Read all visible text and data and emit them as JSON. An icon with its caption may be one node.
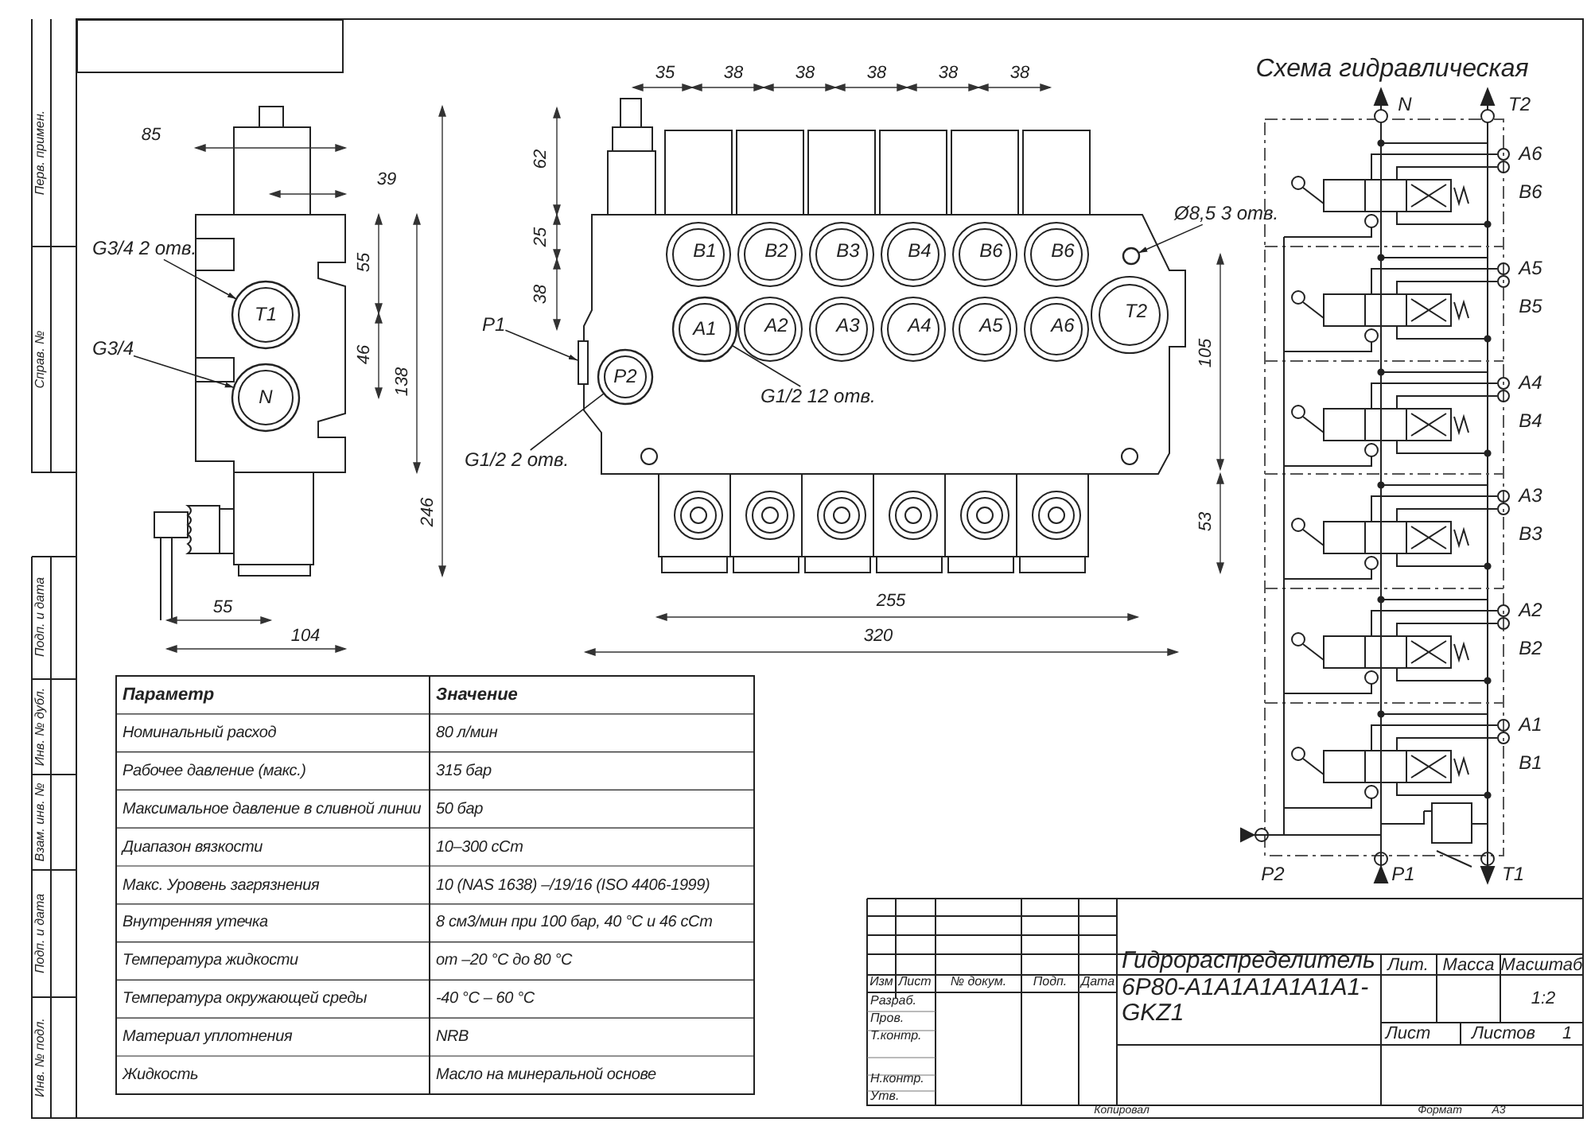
{
  "diagram": {
    "nodes": [
      {
        "text": [
          "G3/4 2 отв."
        ]
      },
      {
        "text": [
          "T1"
        ]
      },
      {
        "text": [
          "G3/4"
        ]
      },
      {
        "text": [
          "N"
        ]
      },
      {
        "text": [
          "P1"
        ]
      },
      {
        "text": [],
        "shape": "box"
      },
      {
        "text": [
          "G1/2 2 отв."
        ]
      },
      {
        "text": [
          "P2"
        ]
      },
      {
        "text": [
          "A1"
        ]
      },
      {
        "text": [
          "G1/2 12 отв."
        ]
      },
      {
        "text": [],
        "shape": "circle"
      },
      {
        "text": [
          "Ø8,5 3 отв."
        ]
      },
      {
        "text": [],
        "shape": "box"
      }
    ],
    "edges": [
      {
        "from": 0,
        "to": 1,
        "arrow": "to"
      },
      {
        "from": 2,
        "to": 3,
        "arrow": "to"
      },
      {
        "from": 4,
        "to": 5,
        "arrow": "to"
      },
      {
        "from": 6,
        "to": 7,
        "arrow": "none"
      },
      {
        "from": 9,
        "to": 8,
        "arrow": "none"
      },
      {
        "from": 11,
        "to": 10,
        "arrow": "to"
      }
    ],
    "labels": [
      "85",
      "39",
      "55",
      "46",
      "138",
      "246",
      "55",
      "104",
      "35",
      "38",
      "38",
      "38",
      "38",
      "38",
      "62",
      "25",
      "38",
      "B1",
      "B2",
      "B3",
      "B4",
      "B6",
      "B6",
      "A2",
      "A3",
      "A4",
      "A5",
      "A6",
      "T2",
      "105",
      "53",
      "255",
      "320",
      "Схема гидравлическая",
      "N",
      "T2",
      "A6",
      "B6",
      "A5",
      "B5",
      "A4",
      "B4",
      "A3",
      "B3",
      "A2",
      "B2",
      "A1",
      "B1",
      "P2",
      "P1",
      "T1",
      "Параметр",
      "Значение",
      "Номинальный расход",
      "80 л/мин",
      "Рабочее давление (макс.)",
      "315 бар",
      "Максимальное давление в сливной линии",
      "50 бар",
      "Диапазон вязкости",
      "10–300 сСт",
      "Макс. Уровень загрязнения",
      "10 (NAS 1638) –/19/16 (ISO 4406-1999)",
      "Внутренняя утечка",
      "8 см3/мин при 100 бар, 40 °С и 46 сСт",
      "Температура жидкости",
      "от –20 °С до 80 °С",
      "Температура окружающей среды",
      "-40 °С – 60 °С",
      "Материал уплотнения",
      "NRB",
      "Жидкость",
      "Масло на минеральной основе",
      "Перв. примен.",
      "Справ. №",
      "Подп. и дата",
      "Инв. № дубл.",
      "Взам. инв. №",
      "Подп. и дата",
      "Инв. № подл.",
      "Изм",
      "Лист",
      "№ докум.",
      "Подп.",
      "Дата",
      "Разраб.",
      "Пров.",
      "Т.контр.",
      "Н.контр.",
      "Утв.",
      "Гидрораспределитель 6P80-A1A1A1A1A1A1-GKZ1",
      "Лит.",
      "Масса",
      "Масштаб",
      "1:2",
      "Лист",
      "Листов",
      "1",
      "Копировал",
      "Формат",
      "А3"
    ]
  }
}
